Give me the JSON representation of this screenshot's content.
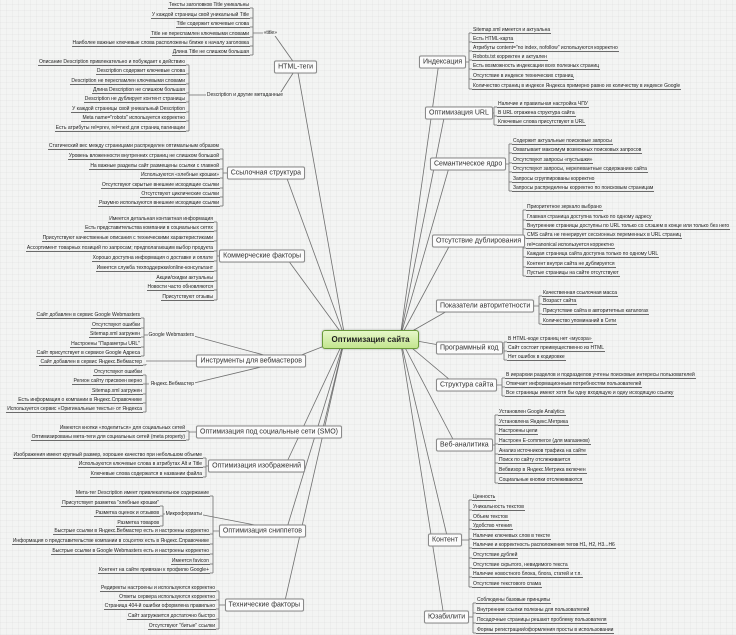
{
  "center": "Оптимизация сайта",
  "right": [
    {
      "label": "Индексация",
      "items": [
        "Sitemap.xml имеется и актуальна",
        "Есть HTML-карта",
        "Атрибуты content=\"no index, nofollow\" используются корректно",
        "Robots.txt корректен и актуален",
        "Есть возможность индексации всех полезных страниц",
        "Отсутствие в индексе технических страниц",
        "Количество страниц в индексе Яндекса примерно равно их количеству в индексе Google"
      ]
    },
    {
      "label": "Оптимизация URL",
      "items": [
        "Наличие и правильная настройка ЧПУ",
        "В URL отражена структура сайта",
        "Ключевые слова присутствуют в URL"
      ]
    },
    {
      "label": "Семантическое ядро",
      "items": [
        "Содержит актуальные поисковые запросы",
        "Охватывает максимум возможных поисковых запросов",
        "Отсутствуют запросы «пустышки»",
        "Отсутствуют запросы, нерелевантные содержанию сайта",
        "Запросы сгруппированы корректно",
        "Запросы распределены корректно по поисковым страницам"
      ]
    },
    {
      "label": "Отсутствие дублирования",
      "items": [
        "Приоритетное зеркало выбрано",
        "Главная страница доступна только по одному адресу",
        "Внутренние страницы доступны по URL только со слэшем в конце или только без него",
        "CMS сайта не генерирует сессионных переменных в URL страниц",
        "rel=canonical используется корректно",
        "Каждая страница сайта доступна только по одному URL",
        "Контент внутри сайта не дублируется",
        "Пустые страницы на сайте отсутствуют"
      ]
    },
    {
      "label": "Показатели авторитетности",
      "items": [
        "Качественная ссылочная масса",
        "Возраст сайта",
        "Присутствие сайта в авторитетных каталогах",
        "Количество упоминаний в Сети"
      ]
    },
    {
      "label": "Программный код",
      "items": [
        "В HTML-коде страниц нет «мусора»",
        "Сайт состоит преимущественно из HTML",
        "Нет ошибок в кодировке"
      ]
    },
    {
      "label": "Структура сайта",
      "items": [
        "В иерархии разделов и подразделов учтены поисковые интересы пользователей",
        "Отвечает информационным потребностям пользователей",
        "Все страницы имеют хотя бы одну входящую и одну исходящую ссылку"
      ]
    },
    {
      "label": "Веб-аналитика",
      "items": [
        "Установлен Google Analytics",
        "Установлена Яндекс.Метрика",
        "Настроены цели",
        "Настроен E-commerce (для магазинов)",
        "Анализ источников трафика на сайте",
        "Поиск по сайту отслеживается",
        "Вебвизор в Яндекс.Метрика включен",
        "Социальные кнопки отслеживаются"
      ]
    },
    {
      "label": "Контент",
      "items": [
        "Ценность",
        "Уникальность текстов",
        "Объем текстов",
        "Удобство чтения",
        "Наличие ключевых слов в тексте",
        "Наличие и корректность расположения тегов H1, H2, H3...H6",
        "Отсутствие дублей",
        "Отсутствие скрытого, невидимого текста",
        "Наличие новостного блока, блога, статей и т.п.",
        "Отсутствие текстового спама"
      ]
    },
    {
      "label": "Юзабилити",
      "items": [
        "Соблюдены базовые принципы",
        "Внутренние ссылки полезны для пользователей",
        "Посадочные страницы решают проблему пользователя",
        "Формы регистрации/оформления просты в использовании"
      ]
    }
  ],
  "left": [
    {
      "label": "HTML-теги",
      "items": [],
      "groups": [
        {
          "label": "«title»",
          "items": [
            "Тексты заголовков Title уникальны",
            "У каждой страницы свой уникальный Title",
            "Title содержит ключевые слова",
            "Title не переспамлен ключевыми словами",
            "Наиболее важные ключевые слова расположены ближе к началу заголовка",
            "Длина Title не слишком большая"
          ]
        },
        {
          "label": "Description и другие метаданные",
          "items": [
            "Описание Description привлекательно и побуждает к действию",
            "Description содержит ключевые слова",
            "Description не переспамлен ключевыми словами",
            "Длина Description не слишком большая",
            "Description не дублирует контент страницы",
            "У каждой страницы свой уникальный Description",
            "Meta name=\"robots\" используется корректно",
            "Есть атрибуты rel=prev, rel=next для страниц пагинации"
          ]
        }
      ]
    },
    {
      "label": "Ссылочная структура",
      "items": [
        "Статический вес между страницами распределен оптимальным образом",
        "Уровень вложенности внутренних страниц не слишком большой",
        "На важные разделы сайт размещены ссылки с главной",
        "Используются «хлебные крошки»",
        "Отсутствуют скрытые внешние исходящие ссылки",
        "Отсутствуют циклические ссылки",
        "Разумно используются внешние исходящие ссылки"
      ],
      "groups": []
    },
    {
      "label": "Коммерческие факторы",
      "items": [
        "Имеется детальная контактная информация",
        "Есть представительства компании в социальных сетях",
        "Присутствуют качественные описания с техническими характеристиками",
        "Ассортимент товарных позиций по запросам; предполагающим выбор продукта",
        "Хорошо доступна информация о доставке и оплате",
        "Имеется служба техподдержки/online-консультант",
        "Акции/скидки актуальны",
        "Новости часто обновляются",
        "Присутствуют отзывы"
      ],
      "groups": []
    },
    {
      "label": "Инструменты для вебмастеров",
      "items": [
        "Сайт добавлен в сервис Яндекс.Вебмастер"
      ],
      "groups": [
        {
          "label": "Google Webmasters",
          "items": [
            "Сайт добавлен в сервис Google Webmasters",
            "Отсутствуют ошибки",
            "Sitemap.xml загружен",
            "Настроены \"Параметры URL\"",
            "Сайт присутствует в сервисе Google Адреса"
          ]
        },
        {
          "label": "Яндекс.Вебмастер",
          "items": [
            "Отсутствуют ошибки",
            "Регион сайту присвоен верно",
            "Sitemap.xml загружен",
            "Есть информация о компании в Яндекс.Справочнике",
            "Используется сервис «Оригинальные тексты» от Яндекса"
          ]
        }
      ]
    },
    {
      "label": "Оптимизация под социальные сети (SMO)",
      "items": [
        "Имеются кнопки «поделиться» для социальных сетей",
        "Оптимизированы мета-теги для социальных сетей (meta property)"
      ],
      "groups": []
    },
    {
      "label": "Оптимизация изображений",
      "items": [
        "Изображения имеют крупный размер, хорошее качество при небольшом объеме",
        "Используются ключевые слова в атрибутах Alt и Title",
        "Ключевые слова содержатся в названии файла"
      ],
      "groups": []
    },
    {
      "label": "Оптимизация сниппетов",
      "items": [
        "Мета-тег Description имеет привлекательное содержание",
        "Быстрые ссылки в Яндекс.Вебмастер есть и настроены корректно",
        "Информация о представительстве компании в соцсетях есть в Яндекс.Справочнике",
        "Быстрые ссылки в Google Webmasters есть и настроены корректно",
        "Имеется favicon",
        "Контент на сайте привязан к профилю Google+"
      ],
      "groups": [
        {
          "label": "Микроформаты",
          "items": [
            "Присутствует разметка \"хлебные крошки\"",
            "Разметка оценок и отзывов",
            "Разметка товаров"
          ]
        }
      ]
    },
    {
      "label": "Технические факторы",
      "items": [
        "Редиректы настроены и используются корректно",
        "Ответы сервера используются корректно",
        "Страница 404-й ошибки оформлена правильно",
        "Сайт загружается достаточно быстро",
        "Отсутствуют \"битые\" ссылки"
      ],
      "groups": []
    }
  ]
}
